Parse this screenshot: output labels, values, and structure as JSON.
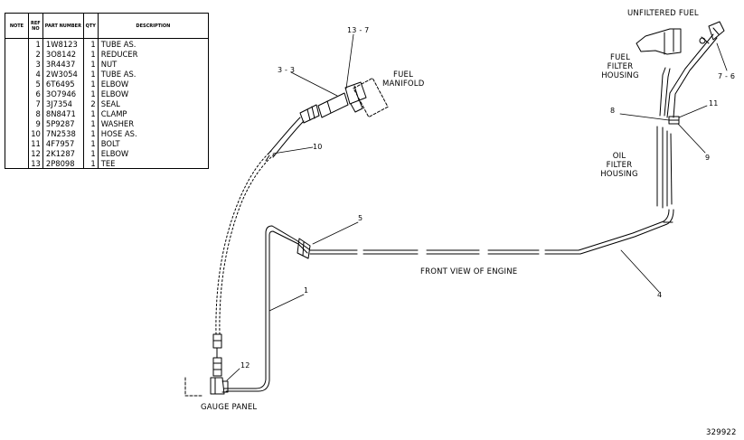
{
  "parts_table": {
    "headers": {
      "note": "NOTE",
      "ref_no": "REF NO",
      "part_number": "PART NUMBER",
      "qty": "QTY",
      "description": "DESCRIPTION"
    },
    "rows": [
      {
        "ref": "1",
        "part": "1W8123",
        "qty": "1",
        "desc": "TUBE AS."
      },
      {
        "ref": "2",
        "part": "3O8142",
        "qty": "1",
        "desc": "REDUCER"
      },
      {
        "ref": "3",
        "part": "3R4437",
        "qty": "1",
        "desc": "NUT"
      },
      {
        "ref": "4",
        "part": "2W3054",
        "qty": "1",
        "desc": "TUBE AS."
      },
      {
        "ref": "5",
        "part": "6T6495",
        "qty": "1",
        "desc": "ELBOW"
      },
      {
        "ref": "6",
        "part": "3O7946",
        "qty": "1",
        "desc": "ELBOW"
      },
      {
        "ref": "7",
        "part": "3J7354",
        "qty": "2",
        "desc": "SEAL"
      },
      {
        "ref": "8",
        "part": "8N8471",
        "qty": "1",
        "desc": "CLAMP"
      },
      {
        "ref": "9",
        "part": "5P9287",
        "qty": "1",
        "desc": "WASHER"
      },
      {
        "ref": "10",
        "part": "7N2538",
        "qty": "1",
        "desc": "HOSE AS."
      },
      {
        "ref": "11",
        "part": "4F7957",
        "qty": "1",
        "desc": "BOLT"
      },
      {
        "ref": "12",
        "part": "2K1287",
        "qty": "1",
        "desc": "ELBOW"
      },
      {
        "ref": "13",
        "part": "2P8098",
        "qty": "1",
        "desc": "TEE"
      }
    ]
  },
  "diagram": {
    "labels": {
      "unfiltered_fuel": "UNFILTERED FUEL",
      "fuel_filter_housing": [
        "FUEL",
        "FILTER",
        "HOUSING"
      ],
      "fuel_manifold": [
        "FUEL",
        "MANIFOLD"
      ],
      "oil_filter_housing": [
        "OIL",
        "FILTER",
        "HOUSING"
      ],
      "front_view": "FRONT VIEW OF ENGINE",
      "gauge_panel": "GAUGE PANEL",
      "figure_number": "329922"
    },
    "callouts": {
      "c13_7": "13 - 7",
      "c3_3": "3 - 3",
      "c10": "10",
      "c5": "5",
      "c1": "1",
      "c12": "12",
      "c4": "4",
      "c7_6": "7 - 6",
      "c8": "8",
      "c11": "11",
      "c9": "9"
    }
  }
}
